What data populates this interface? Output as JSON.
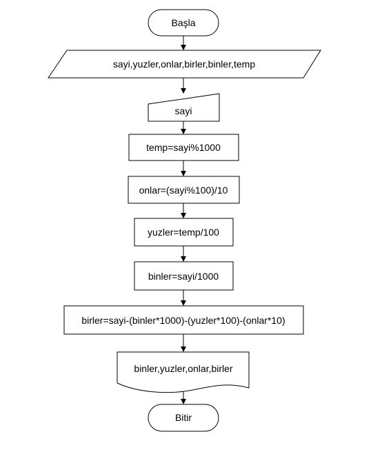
{
  "flowchart": {
    "start": "Başla",
    "variables": "sayi,yuzler,onlar,birler,binler,temp",
    "input": "sayi",
    "step_temp": "temp=sayi%1000",
    "step_onlar": "onlar=(sayi%100)/10",
    "step_yuzler": "yuzler=temp/100",
    "step_binler": "binler=sayi/1000",
    "step_birler": "birler=sayi-(binler*1000)-(yuzler*100)-(onlar*10)",
    "output": "binler,yuzler,onlar,birler",
    "end": "Bitir"
  }
}
